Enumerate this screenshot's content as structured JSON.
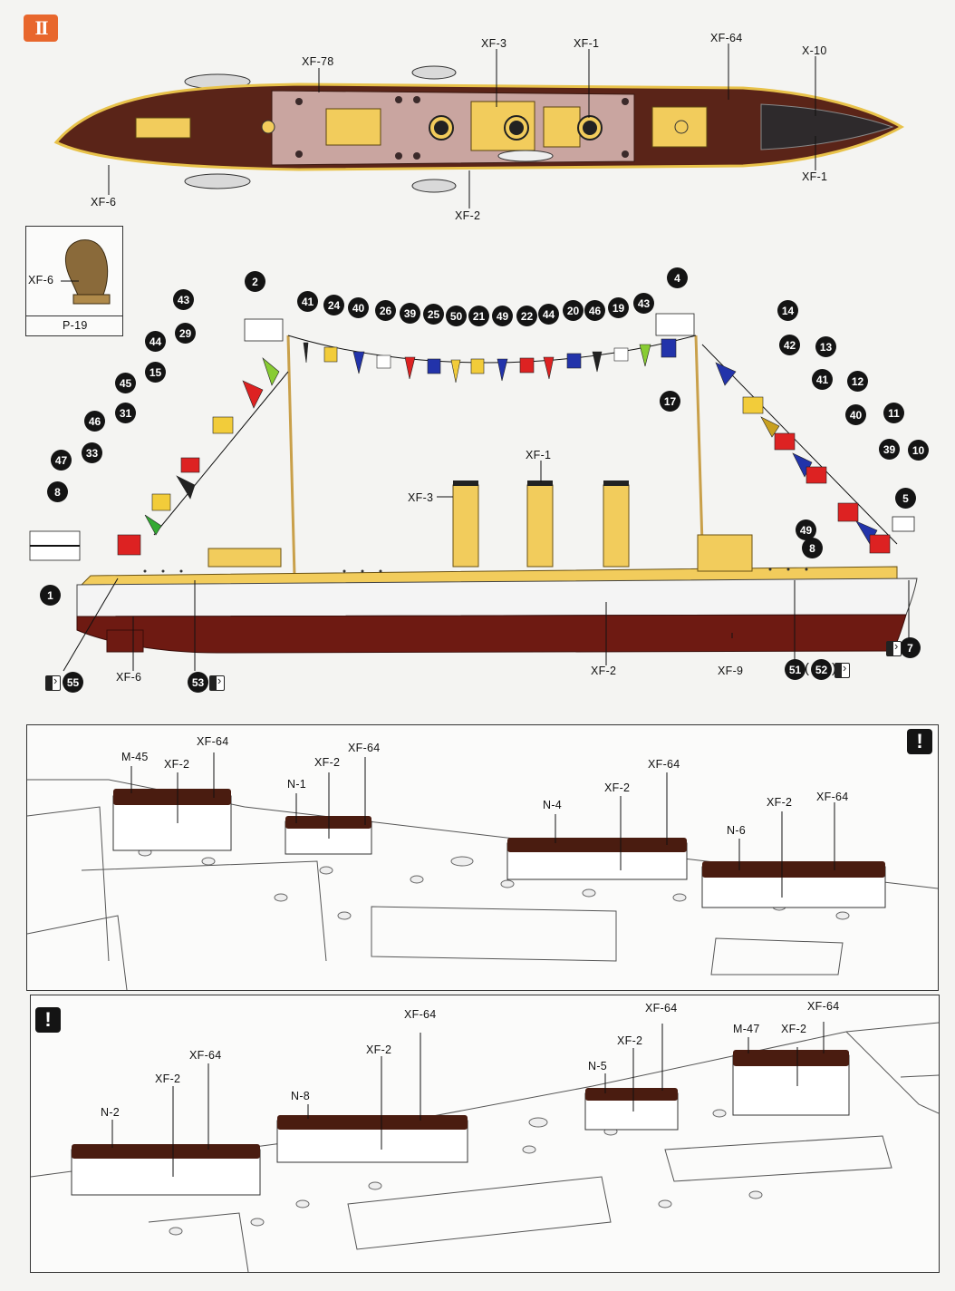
{
  "step": {
    "number": "II"
  },
  "top_view": {
    "labels": {
      "xf78": "XF-78",
      "xf3": "XF-3",
      "xf1_top": "XF-1",
      "xf64": "XF-64",
      "x10": "X-10",
      "xf6": "XF-6",
      "xf2": "XF-2",
      "xf1_bow": "XF-1"
    }
  },
  "inset": {
    "part_label": "XF-6",
    "part_number": "P-19"
  },
  "side_view": {
    "labels": {
      "xf3": "XF-3",
      "xf1": "XF-1",
      "xf6": "XF-6",
      "xf2": "XF-2",
      "xf9": "XF-9",
      "paren": "(",
      "paren_close": ")"
    },
    "badges": [
      "1",
      "2",
      "4",
      "5",
      "7",
      "8",
      "8",
      "10",
      "11",
      "12",
      "13",
      "14",
      "15",
      "17",
      "19",
      "20",
      "21",
      "22",
      "24",
      "25",
      "26",
      "29",
      "31",
      "33",
      "39",
      "39",
      "40",
      "40",
      "41",
      "41",
      "42",
      "43",
      "43",
      "44",
      "44",
      "45",
      "46",
      "46",
      "47",
      "49",
      "49",
      "50",
      "51",
      "52",
      "53",
      "55"
    ]
  },
  "deck_upper": {
    "labels": {
      "m45": "M-45",
      "xf2_a": "XF-2",
      "xf64_a": "XF-64",
      "n1": "N-1",
      "xf2_b": "XF-2",
      "xf64_b": "XF-64",
      "n4": "N-4",
      "xf2_c": "XF-2",
      "xf64_c": "XF-64",
      "n6": "N-6",
      "xf2_d": "XF-2",
      "xf64_d": "XF-64"
    },
    "warning": "!"
  },
  "deck_lower": {
    "labels": {
      "n2": "N-2",
      "xf2_a": "XF-2",
      "xf64_a": "XF-64",
      "n8": "N-8",
      "xf2_b": "XF-2",
      "xf64_b": "XF-64",
      "n5": "N-5",
      "xf2_c": "XF-2",
      "xf64_c": "XF-64",
      "m47": "M-47",
      "xf2_d": "XF-2",
      "xf64_d": "XF-64"
    },
    "warning": "!"
  },
  "colors": {
    "hull_red": "#6e1a12",
    "deck_wood": "#5a2418",
    "deck_tan": "#c9a5a0",
    "buff": "#f2cc5c",
    "white_hull": "#f4f4f4",
    "step_orange": "#e8672d"
  }
}
